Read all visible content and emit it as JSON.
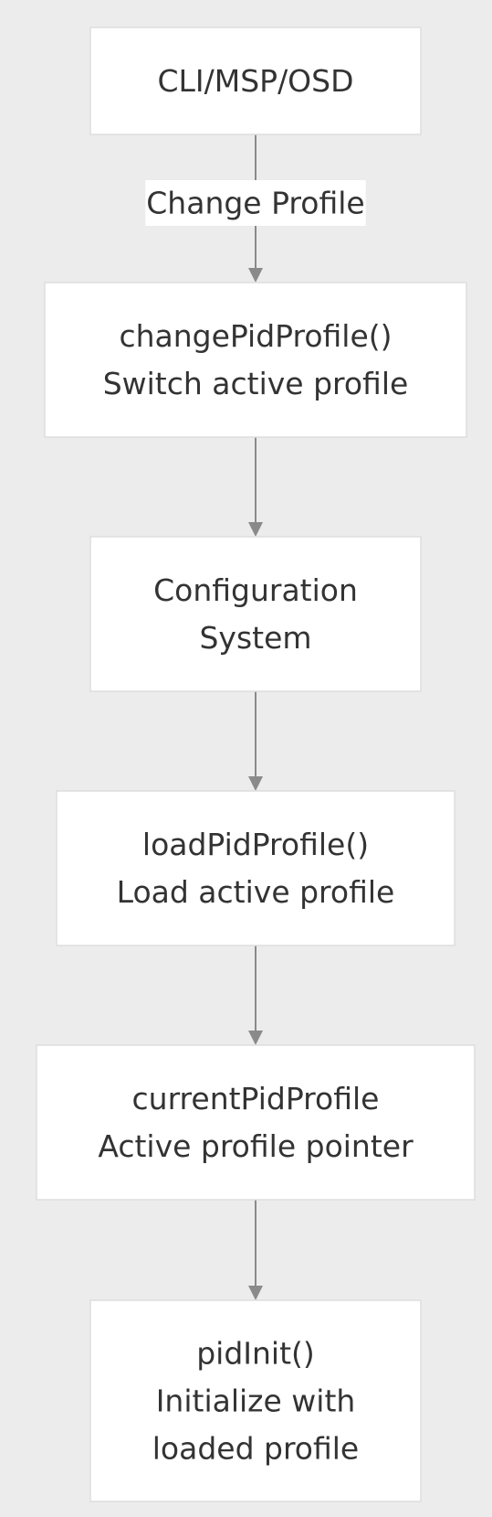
{
  "nodes": [
    {
      "id": "cli-msp-osd",
      "lines": [
        "CLI/MSP/OSD"
      ]
    },
    {
      "id": "change-pid-profile",
      "lines": [
        "changePidProfile()",
        "Switch active profile"
      ]
    },
    {
      "id": "configuration-system",
      "lines": [
        "Configuration",
        "System"
      ]
    },
    {
      "id": "load-pid-profile",
      "lines": [
        "loadPidProfile()",
        "Load active profile"
      ]
    },
    {
      "id": "current-pid-profile",
      "lines": [
        "currentPidProfile",
        "Active profile pointer"
      ]
    },
    {
      "id": "pid-init",
      "lines": [
        "pidInit()",
        "Initialize with",
        "loaded profile"
      ]
    }
  ],
  "edges": [
    {
      "from": "cli-msp-osd",
      "to": "change-pid-profile",
      "label": "Change Profile"
    },
    {
      "from": "change-pid-profile",
      "to": "configuration-system",
      "label": ""
    },
    {
      "from": "configuration-system",
      "to": "load-pid-profile",
      "label": ""
    },
    {
      "from": "load-pid-profile",
      "to": "current-pid-profile",
      "label": ""
    },
    {
      "from": "current-pid-profile",
      "to": "pid-init",
      "label": ""
    }
  ]
}
